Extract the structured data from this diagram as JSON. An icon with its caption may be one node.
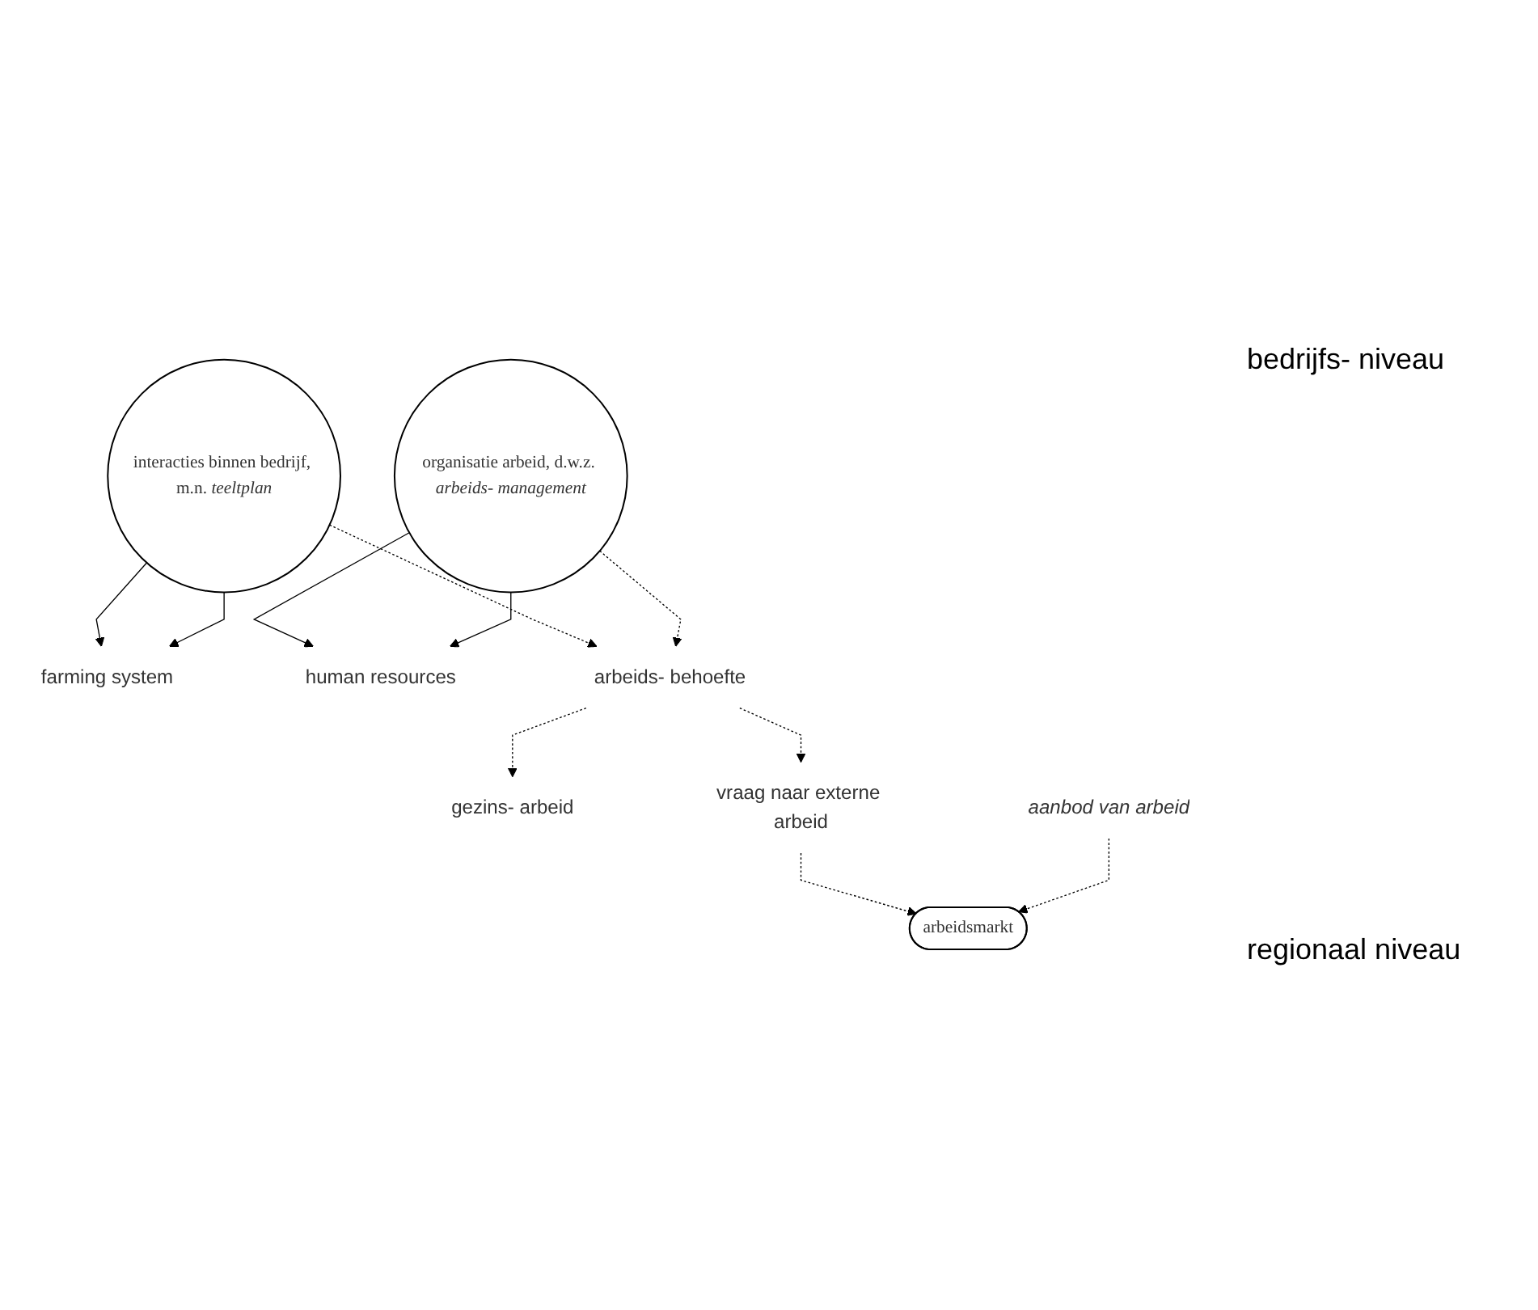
{
  "diagram": {
    "nodes": [
      {
        "text": [
          "farming system"
        ]
      },
      {
        "text": [
          "interacties binnen bedrijf, m.n. *teeltplan*"
        ]
      },
      {
        "text": [
          "human resources"
        ]
      },
      {
        "text": [
          "organisatie arbeid, d.w.z. *arbeids- management*"
        ]
      },
      {
        "text": [
          "arbeids- behoefte"
        ]
      },
      {
        "text": [
          "gezins- arbeid"
        ]
      },
      {
        "text": [
          "vraag naar externe arbeid"
        ]
      },
      {
        "text": [
          "arbeidsmarkt"
        ]
      },
      {
        "text": [
          "aanbod van arbeid"
        ]
      }
    ],
    "edges": [
      {
        "from": 1,
        "to": 0,
        "arrow": "to"
      },
      {
        "from": 1,
        "to": 0,
        "arrow": "to"
      },
      {
        "from": 3,
        "to": 2,
        "arrow": "to"
      },
      {
        "from": 3,
        "to": 2,
        "arrow": "to"
      },
      {
        "from": 1,
        "to": 4,
        "arrow": "to",
        "style": "dashed"
      },
      {
        "from": 3,
        "to": 4,
        "arrow": "to",
        "style": "dashed"
      },
      {
        "from": 4,
        "to": 5,
        "arrow": "to",
        "style": "dashed"
      },
      {
        "from": 4,
        "to": 6,
        "arrow": "to",
        "style": "dashed"
      },
      {
        "from": 6,
        "to": 7,
        "arrow": "to",
        "style": "dashed"
      },
      {
        "from": 8,
        "to": 7,
        "arrow": "to",
        "style": "dashed"
      }
    ],
    "labels": [
      "bedrijfs- niveau",
      "regionaal niveau"
    ]
  }
}
